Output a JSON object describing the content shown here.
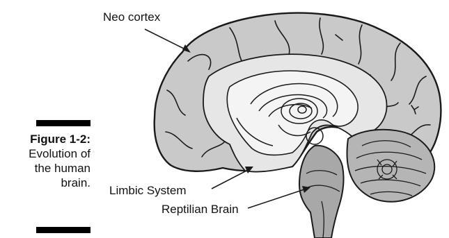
{
  "caption": {
    "label": "Figure 1-2:",
    "text": "Evolution of the human brain."
  },
  "labels": {
    "neo_cortex": "Neo cortex",
    "limbic_system": "Limbic System",
    "reptilian_brain": "Reptilian Brain"
  },
  "colors": {
    "neo_cortex_fill": "#c9c9c9",
    "limbic_fill": "#e6e6e6",
    "inner_fill": "#f4f4f4",
    "reptilian_fill": "#a8a8a8",
    "cerebellum_fill": "#b5b5b5",
    "outline": "#1a1a1a"
  }
}
